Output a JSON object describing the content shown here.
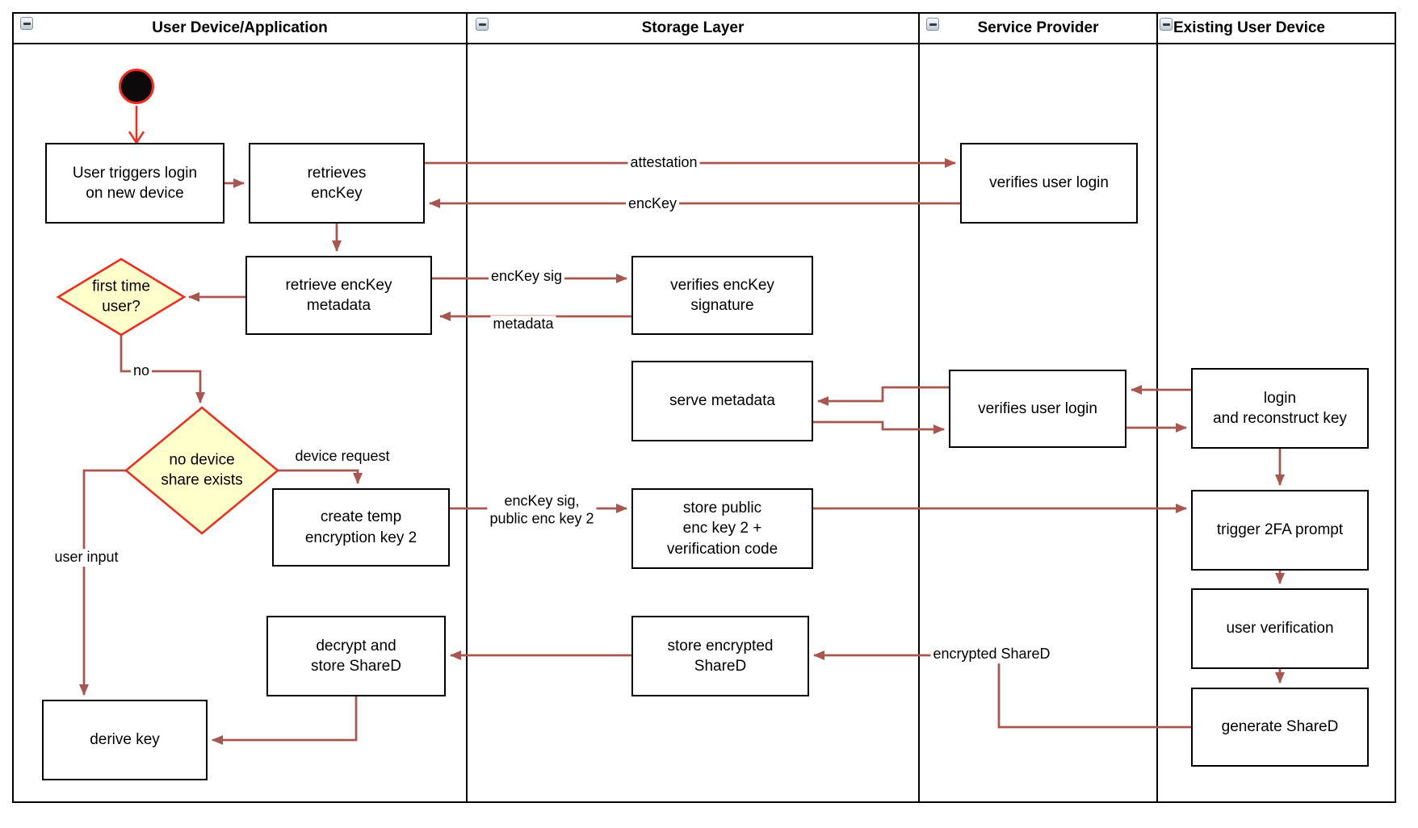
{
  "lanes": [
    {
      "title": "User Device/Application"
    },
    {
      "title": "Storage Layer"
    },
    {
      "title": "Service Provider"
    },
    {
      "title": "Existing User Device"
    }
  ],
  "nodes": {
    "user_triggers_login": "User triggers login\non new device",
    "retrieves_enckey": "retrieves\nencKey",
    "verifies_user_login_1": "verifies user login",
    "retrieve_enckey_metadata": "retrieve encKey\nmetadata",
    "verifies_enckey_signature": "verifies encKey\nsignature",
    "serve_metadata": "serve metadata",
    "verifies_user_login_2": "verifies user login",
    "login_and_reconstruct_key": "login\nand reconstruct key",
    "create_temp_encryption_key_2": "create temp\nencryption key 2",
    "store_public_enc_key_2": "store public\nenc key 2 +\nverification code",
    "trigger_2fa_prompt": "trigger 2FA prompt",
    "user_verification": "user verification",
    "store_encrypted_shared": "store encrypted\nShareD",
    "decrypt_and_store_shared": "decrypt and\nstore ShareD",
    "generate_shared": "generate ShareD",
    "derive_key": "derive key"
  },
  "decisions": {
    "first_time_user": "first time\nuser?",
    "no_device_share_exists": "no device\nshare exists"
  },
  "edge_labels": {
    "attestation": "attestation",
    "enckey": "encKey",
    "enckey_sig": "encKey sig",
    "metadata": "metadata",
    "no": "no",
    "device_request": "device request",
    "user_input": "user input",
    "enckey_sig_public_key": "encKey sig,\npublic enc key 2",
    "encrypted_shared": "encrypted ShareD"
  },
  "colors": {
    "flow_arrow": "#a85750",
    "start_accent": "#f02b1d",
    "decision_fill": "#ffffcc",
    "decision_border": "#f02b1d",
    "node_border": "#000000",
    "node_fill": "#ffffff"
  }
}
